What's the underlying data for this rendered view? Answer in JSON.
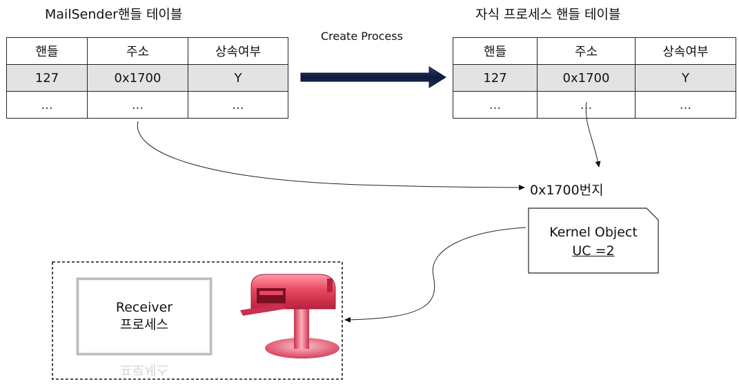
{
  "left_table": {
    "title": "MailSender핸들 테이블",
    "headers": [
      "핸들",
      "주소",
      "상속여부"
    ],
    "rows": [
      [
        "127",
        "0x1700",
        "Y"
      ],
      [
        "...",
        "...",
        "..."
      ]
    ]
  },
  "right_table": {
    "title": "자식 프로세스 핸들 테이블",
    "headers": [
      "핸들",
      "주소",
      "상속여부"
    ],
    "rows": [
      [
        "127",
        "0x1700",
        "Y"
      ],
      [
        "...",
        "...",
        "..."
      ]
    ]
  },
  "arrow_label": "Create Process",
  "address_label": "0x1700번지",
  "kernel_object": {
    "line1": "Kernel Object",
    "line2": "UC =2"
  },
  "receiver": {
    "line1": "Receiver",
    "line2": "프로세스"
  },
  "icons": [
    "mailbox-icon",
    "create-process-arrow-icon"
  ],
  "colors": {
    "highlight_row": "#e3e3e3",
    "arrow": "#0d1b3e",
    "mailbox": "#e8475f"
  }
}
